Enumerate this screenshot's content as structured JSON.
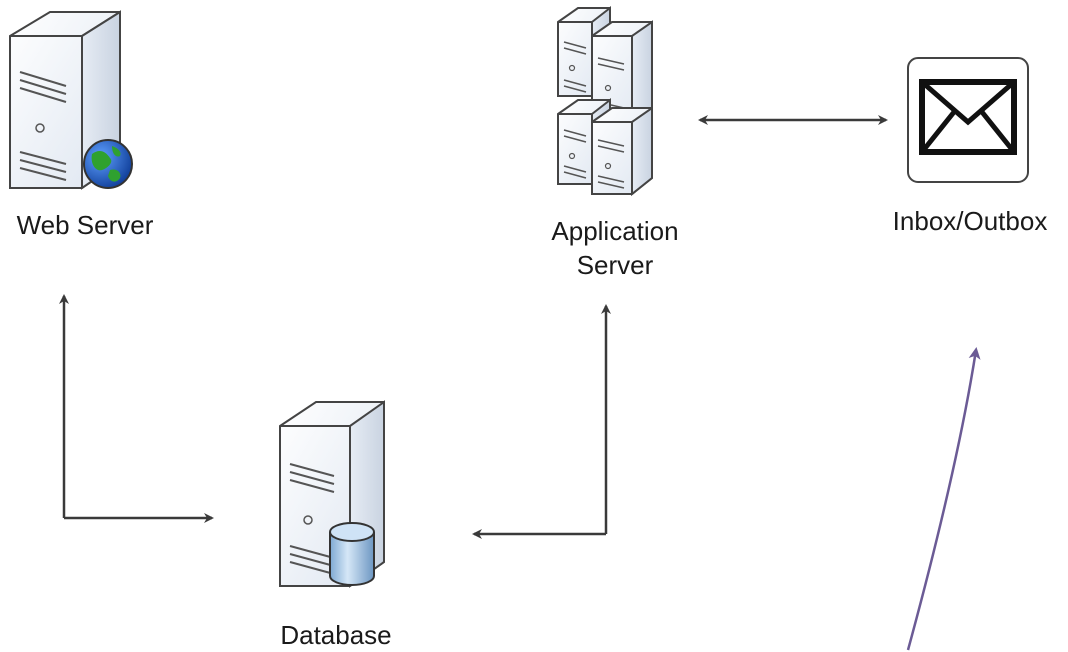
{
  "nodes": {
    "web_server": {
      "label": "Web Server",
      "icon": "web-server-icon"
    },
    "application_server": {
      "label": "Application\nServer",
      "icon": "server-cluster-icon"
    },
    "inbox_outbox": {
      "label": "Inbox/Outbox",
      "icon": "envelope-icon"
    },
    "database": {
      "label": "Database",
      "icon": "database-server-icon"
    }
  },
  "colors": {
    "arrow": "#3a3a3a",
    "curved_arrow": "#6b5b95",
    "server_body": "#e9eef5",
    "server_outline": "#444444",
    "globe_blue": "#1f5fc4",
    "globe_green": "#2fa12f",
    "cylinder": "#9cc3e6"
  }
}
